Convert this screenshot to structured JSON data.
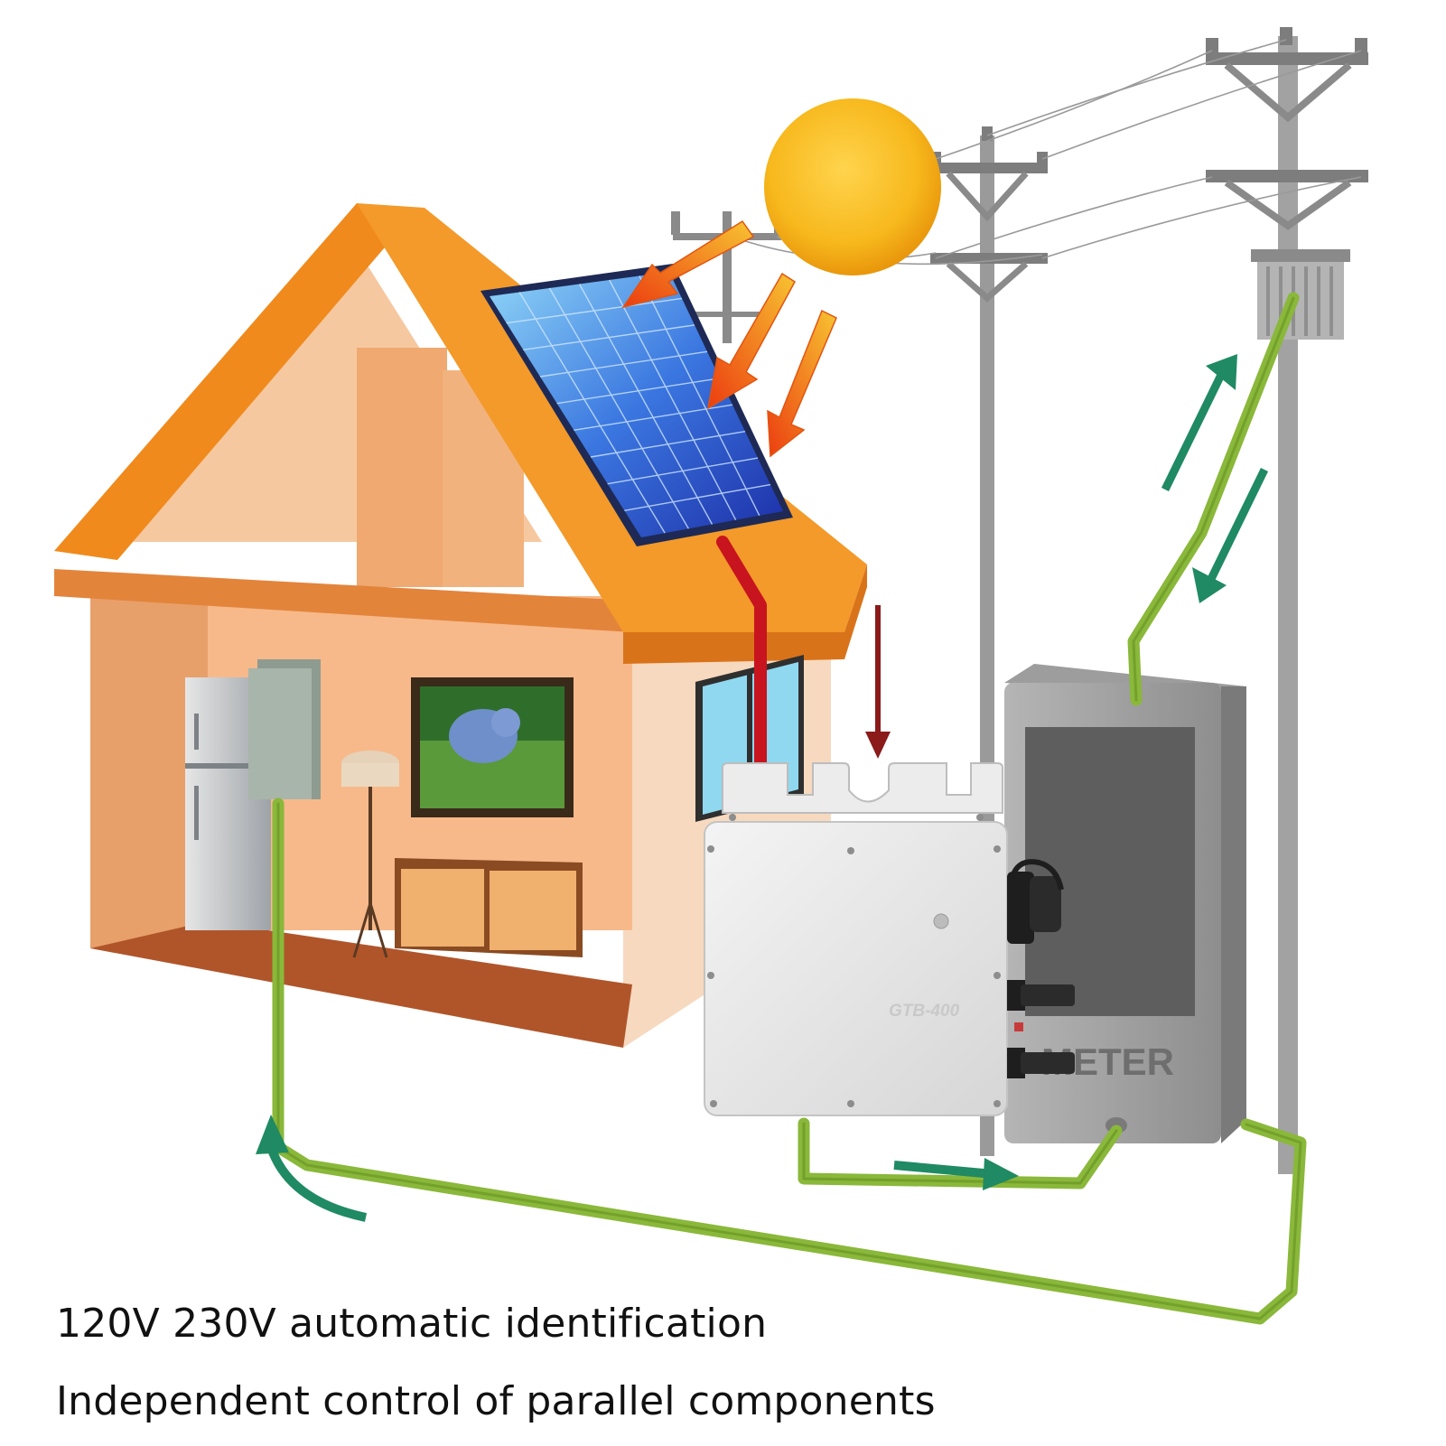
{
  "caption": {
    "line1": "120V 230V automatic identification",
    "line2": "Independent control of parallel components"
  },
  "inverter": {
    "model_label": "GTB-400"
  },
  "meter": {
    "label": "METER"
  },
  "colors": {
    "wire_red": "#c8141e",
    "wire_green": "#8ab83a",
    "flow_arrow": "#1f8a63",
    "sun": "#f7b81c",
    "roof": "#f08a1c",
    "wall": "#f7b98a"
  }
}
